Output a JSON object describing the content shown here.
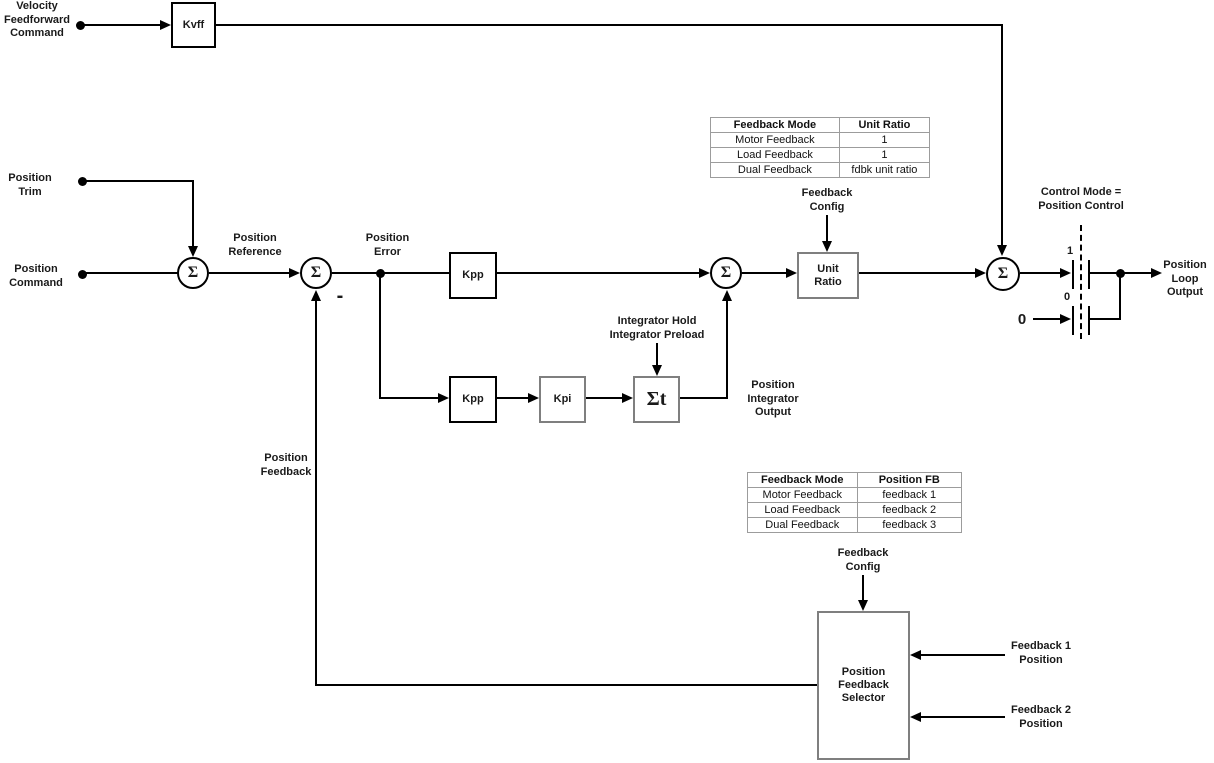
{
  "labels": {
    "velocity_feedforward": "Velocity\nFeedforward\nCommand",
    "position_trim": "Position\nTrim",
    "position_command": "Position\nCommand",
    "position_reference": "Position\nReference",
    "position_error": "Position\nError",
    "minus_sign": "-",
    "integrator_hold": "Integrator Hold\nIntegrator Preload",
    "position_integrator_output": "Position\nIntegrator\nOutput",
    "feedback_config_upper": "Feedback\nConfig",
    "feedback_config_lower": "Feedback\nConfig",
    "control_mode": "Control Mode =\nPosition Control",
    "position_feedback": "Position\nFeedback",
    "position_loop_output": "Position\nLoop\nOutput",
    "feedback1_position": "Feedback 1\nPosition",
    "feedback2_position": "Feedback 2\nPosition",
    "switch_one": "1",
    "switch_zero": "0",
    "zero_input": "0"
  },
  "blocks": {
    "kvff": "Kvff",
    "kpp_upper": "Kpp",
    "kpp_lower": "Kpp",
    "kpi": "Kpi",
    "integrator": "Σt",
    "unit_ratio": "Unit\nRatio",
    "position_feedback_selector": "Position\nFeedback\nSelector"
  },
  "summing_junctions": {
    "symbol": "Σ",
    "count": 4
  },
  "tables": {
    "unit_ratio": {
      "headers": [
        "Feedback Mode",
        "Unit Ratio"
      ],
      "rows": [
        [
          "Motor Feedback",
          "1"
        ],
        [
          "Load Feedback",
          "1"
        ],
        [
          "Dual Feedback",
          "fdbk unit ratio"
        ]
      ]
    },
    "position_fb": {
      "headers": [
        "Feedback Mode",
        "Position FB"
      ],
      "rows": [
        [
          "Motor Feedback",
          "feedback 1"
        ],
        [
          "Load Feedback",
          "feedback 2"
        ],
        [
          "Dual Feedback",
          "feedback 3"
        ]
      ]
    }
  },
  "colors": {
    "line": "#000000",
    "gray_block_border": "#7f7f7f",
    "table_border": "#9c9c9c",
    "background": "#ffffff"
  }
}
